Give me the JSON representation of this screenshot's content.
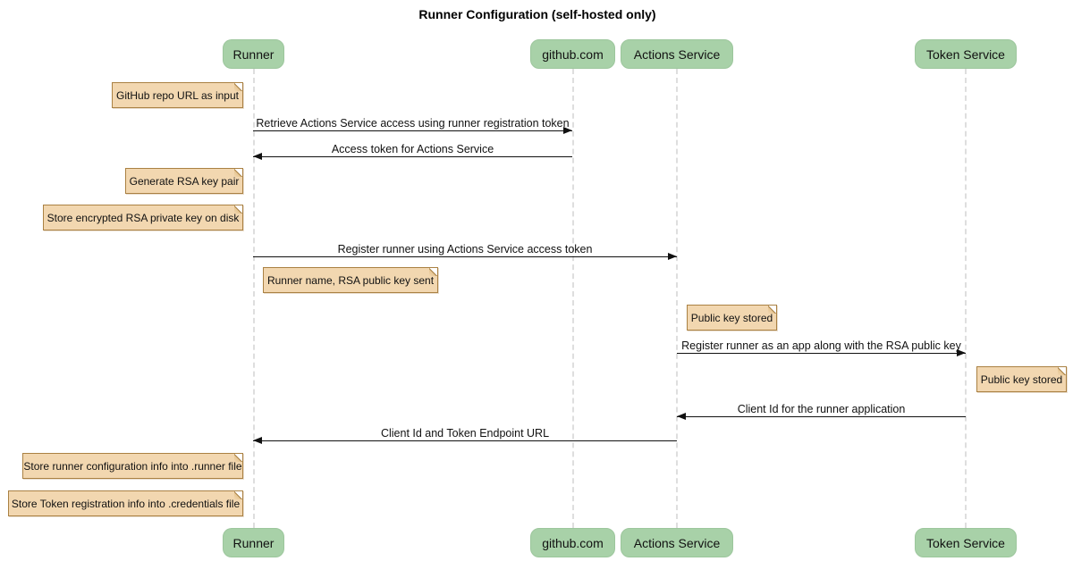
{
  "title": "Runner Configuration (self-hosted only)",
  "diagram_type": "sequence",
  "participants": [
    {
      "name": "Runner"
    },
    {
      "name": "github.com"
    },
    {
      "name": "Actions Service"
    },
    {
      "name": "Token Service"
    }
  ],
  "messages": [
    {
      "from": "Runner",
      "to": "github.com",
      "arrow": "solid-right",
      "text": "Retrieve Actions Service access using runner registration token"
    },
    {
      "from": "github.com",
      "to": "Runner",
      "arrow": "solid-left",
      "text": "Access token for Actions Service"
    },
    {
      "from": "Runner",
      "to": "Actions Service",
      "arrow": "solid-right",
      "text": "Register runner using Actions Service access token"
    },
    {
      "from": "Actions Service",
      "to": "Token Service",
      "arrow": "solid-right",
      "text": "Register runner as an app along with the RSA public key"
    },
    {
      "from": "Token Service",
      "to": "Actions Service",
      "arrow": "solid-left",
      "text": "Client Id for the runner application"
    },
    {
      "from": "Actions Service",
      "to": "Runner",
      "arrow": "solid-left",
      "text": "Client Id and Token Endpoint URL"
    }
  ],
  "notes": [
    {
      "position": "left of Runner",
      "text": "GitHub repo URL as input"
    },
    {
      "position": "left of Runner",
      "text": "Generate RSA key pair"
    },
    {
      "position": "left of Runner",
      "text": "Store encrypted RSA private key on disk"
    },
    {
      "position": "right of Runner",
      "text": "Runner name, RSA public key sent"
    },
    {
      "position": "right of Actions Service",
      "text": "Public key stored"
    },
    {
      "position": "right of Token Service",
      "text": "Public key stored"
    },
    {
      "position": "left of Runner",
      "text": "Store runner configuration info into .runner file"
    },
    {
      "position": "left of Runner",
      "text": "Store Token registration info into .credentials file"
    }
  ],
  "colors": {
    "participant_fill": "#a8d1a8",
    "note_fill": "#f2d7b0",
    "note_border": "#aa8143",
    "lifeline": "#dedede",
    "arrow": "#111111",
    "background": "#ffffff"
  }
}
